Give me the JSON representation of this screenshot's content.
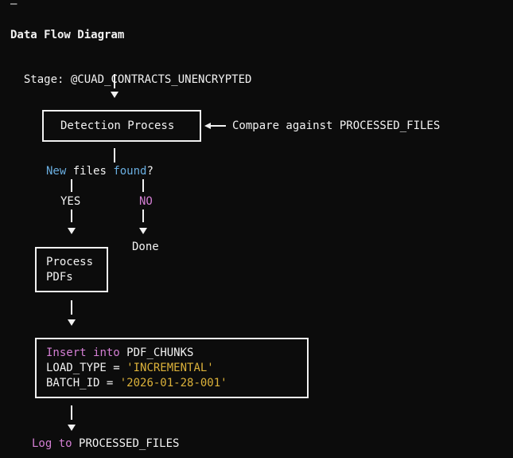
{
  "top_glyph": "–",
  "title": "Data Flow Diagram",
  "stage": {
    "label": "Stage:",
    "value": "@CUAD_CONTRACTS_UNENCRYPTED"
  },
  "detection": {
    "label": "Detection Process",
    "compare_text": "Compare against PROCESSED_FILES"
  },
  "question": {
    "word1": "New",
    "word2": "files",
    "word3": "found",
    "mark": "?"
  },
  "branches": {
    "yes": "YES",
    "no": "NO",
    "done": "Done"
  },
  "process_box": {
    "line1": "Process",
    "line2": "PDFs"
  },
  "insert_box": {
    "line1_kw1": "Insert",
    "line1_kw2": "into",
    "line1_table": "PDF_CHUNKS",
    "line2_key": "LOAD_TYPE =",
    "line2_val": "'INCREMENTAL'",
    "line3_key": "BATCH_ID =",
    "line3_val": "'2026-01-28-001'"
  },
  "log": {
    "kw1": "Log",
    "kw2": "to",
    "target": "PROCESSED_FILES"
  },
  "colors": {
    "background": "#0c0c0c",
    "text": "#f2f2f2",
    "keyword_blue": "#6aaee0",
    "keyword_pink": "#d47fd4",
    "string": "#dcb23a"
  }
}
